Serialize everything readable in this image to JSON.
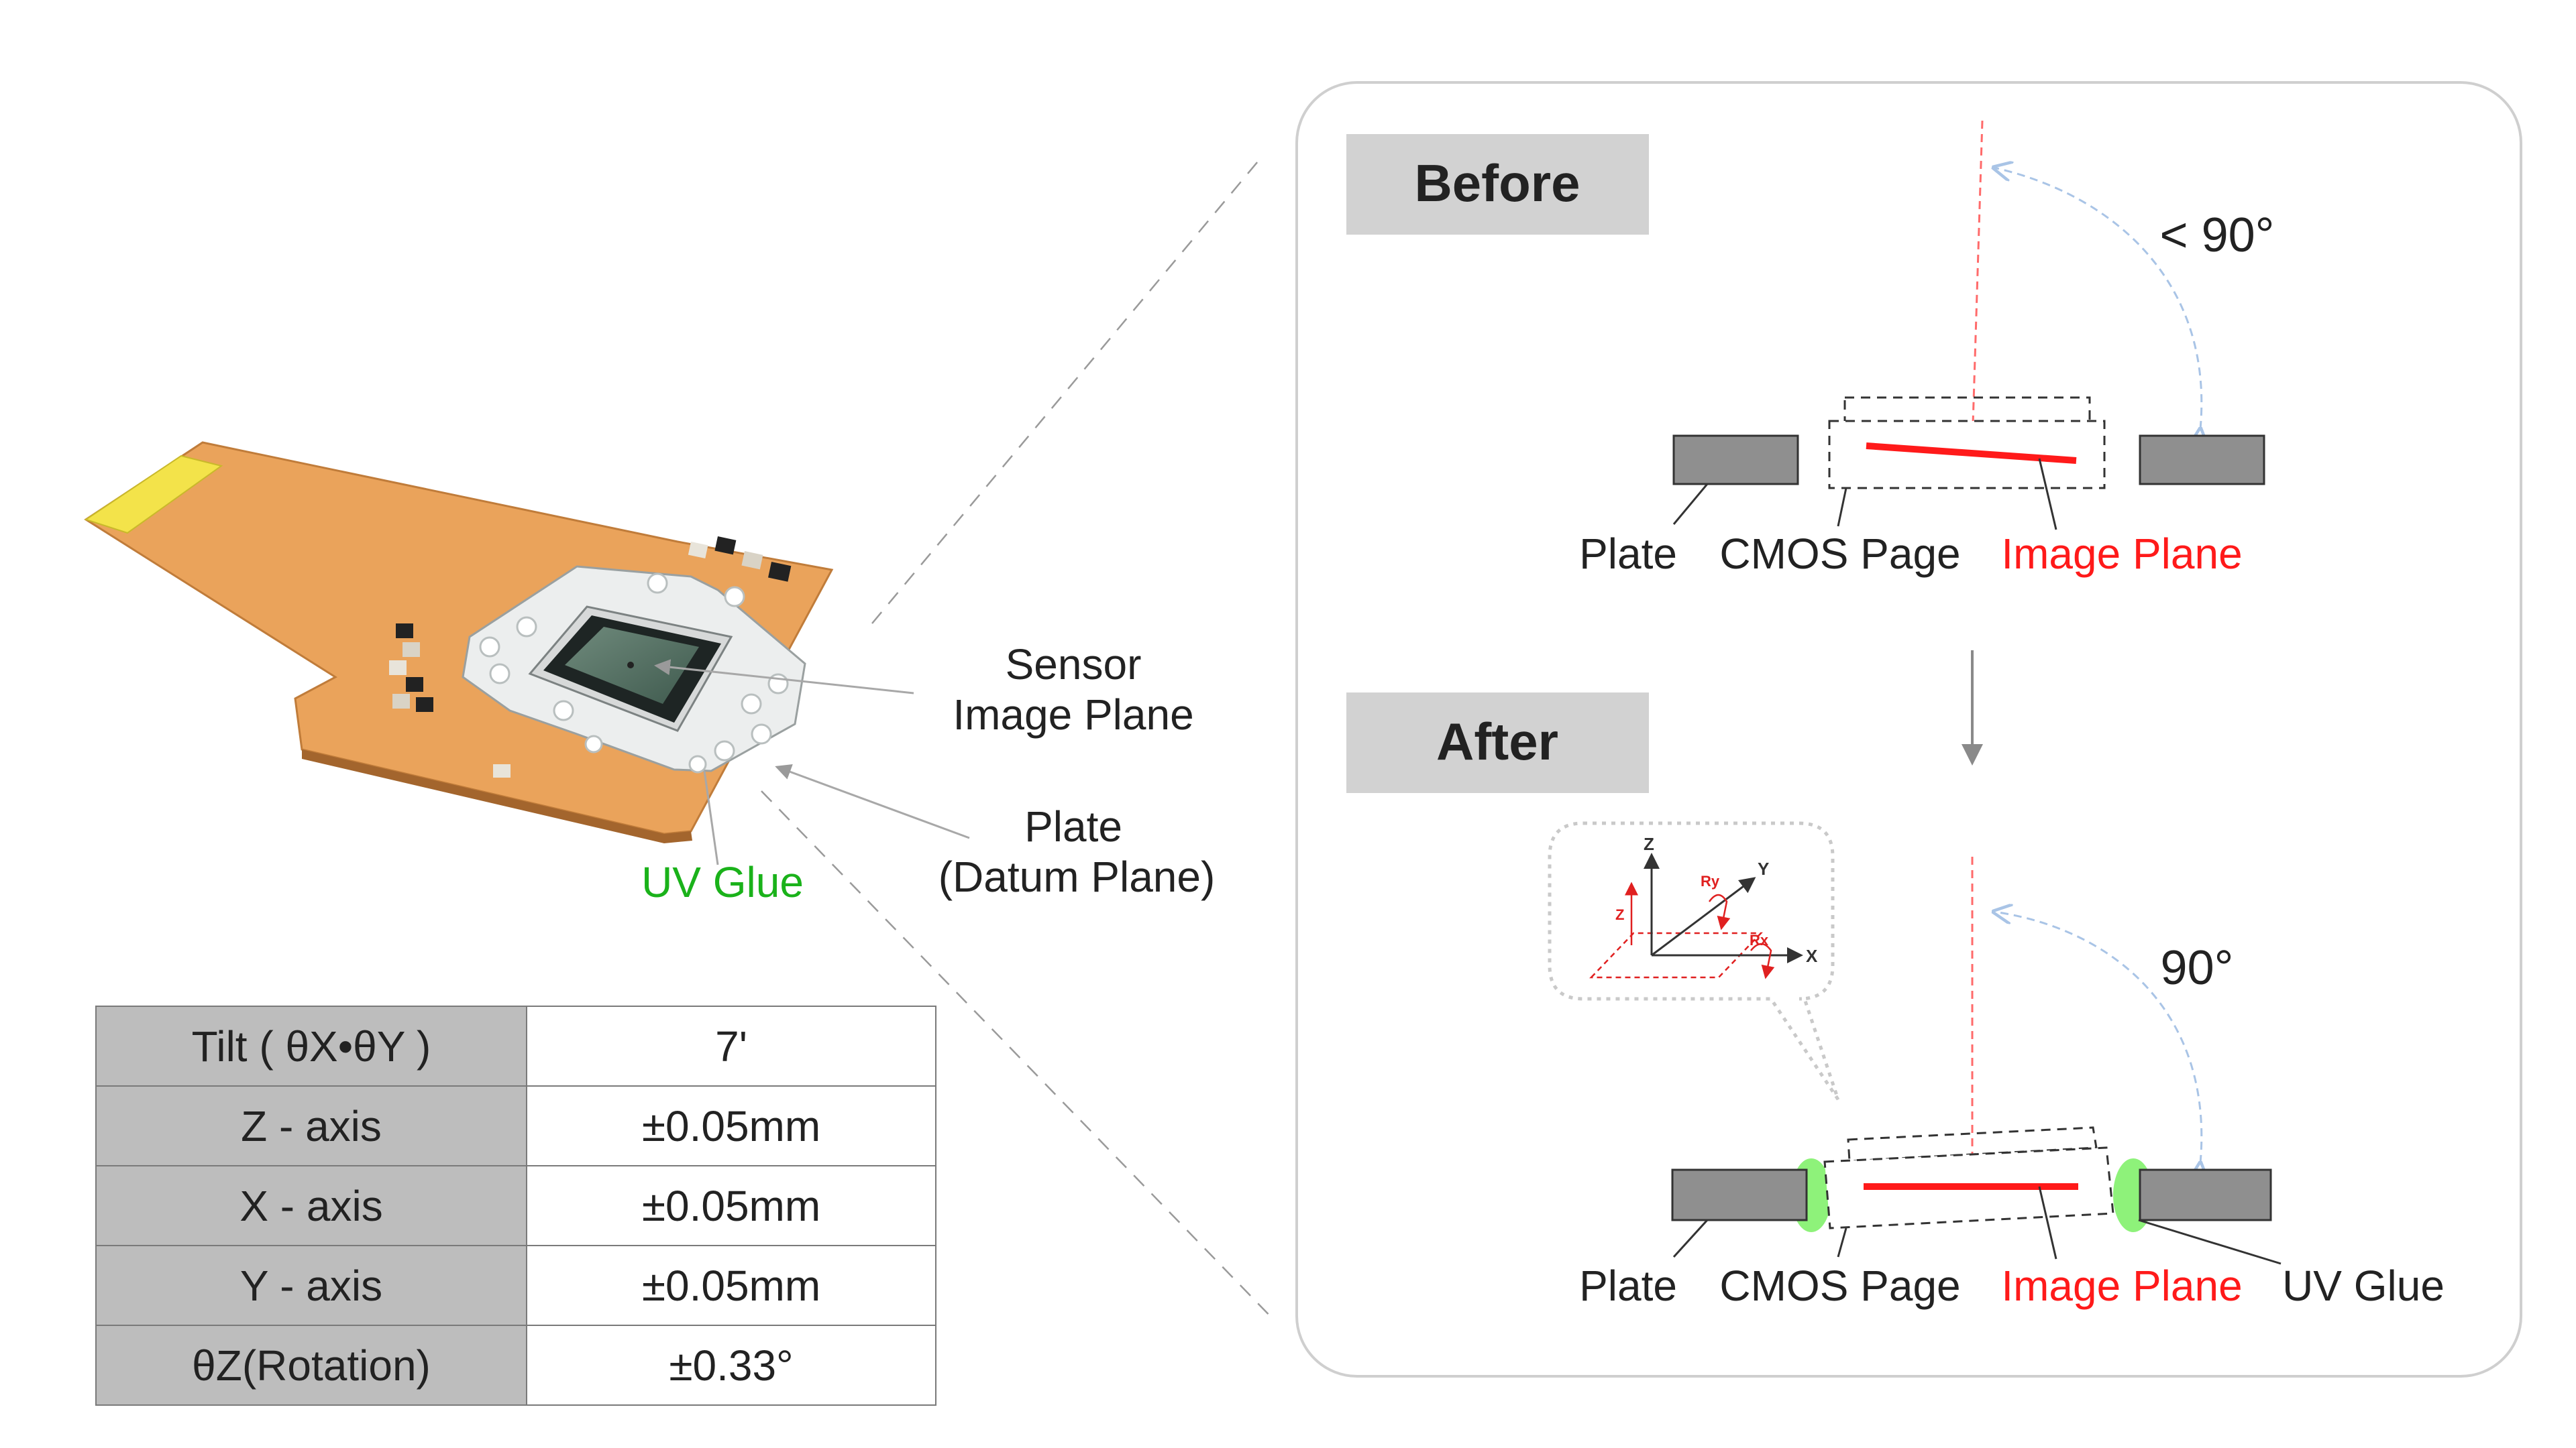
{
  "colors": {
    "red": "#ff1a1a",
    "green": "#1ab21a",
    "glue": "#8ef27a",
    "plate": "#8f8f8f",
    "panel_border": "#cfcfcf",
    "label_box": "#d2d2d2",
    "flex": "#eaa35b",
    "gold": "#f3e34a"
  },
  "left": {
    "labels": {
      "sensor_line1": "Sensor",
      "sensor_line2": "Image Plane",
      "plate_line1": "Plate",
      "plate_line2": "(Datum Plane)",
      "uv_glue": "UV Glue"
    }
  },
  "spec_table": {
    "rows": [
      {
        "param": "Tilt  ( θX•θY )",
        "value": "7'"
      },
      {
        "param": "Z - axis",
        "value": "±0.05mm"
      },
      {
        "param": "X - axis",
        "value": "±0.05mm"
      },
      {
        "param": "Y - axis",
        "value": "±0.05mm"
      },
      {
        "param": "θZ(Rotation)",
        "value": "±0.33°"
      }
    ]
  },
  "before": {
    "title": "Before",
    "angle": "< 90°",
    "labels": {
      "plate": "Plate",
      "cmos": "CMOS Page",
      "image_plane": "Image Plane"
    }
  },
  "after": {
    "title": "After",
    "angle": "90°",
    "labels": {
      "plate": "Plate",
      "cmos": "CMOS Page",
      "image_plane": "Image Plane",
      "uv_glue": "UV Glue"
    },
    "axes": {
      "z": "Z",
      "y": "Y",
      "x": "X",
      "z_small": "Z",
      "ry": "Ry",
      "rx": "Rx"
    }
  }
}
